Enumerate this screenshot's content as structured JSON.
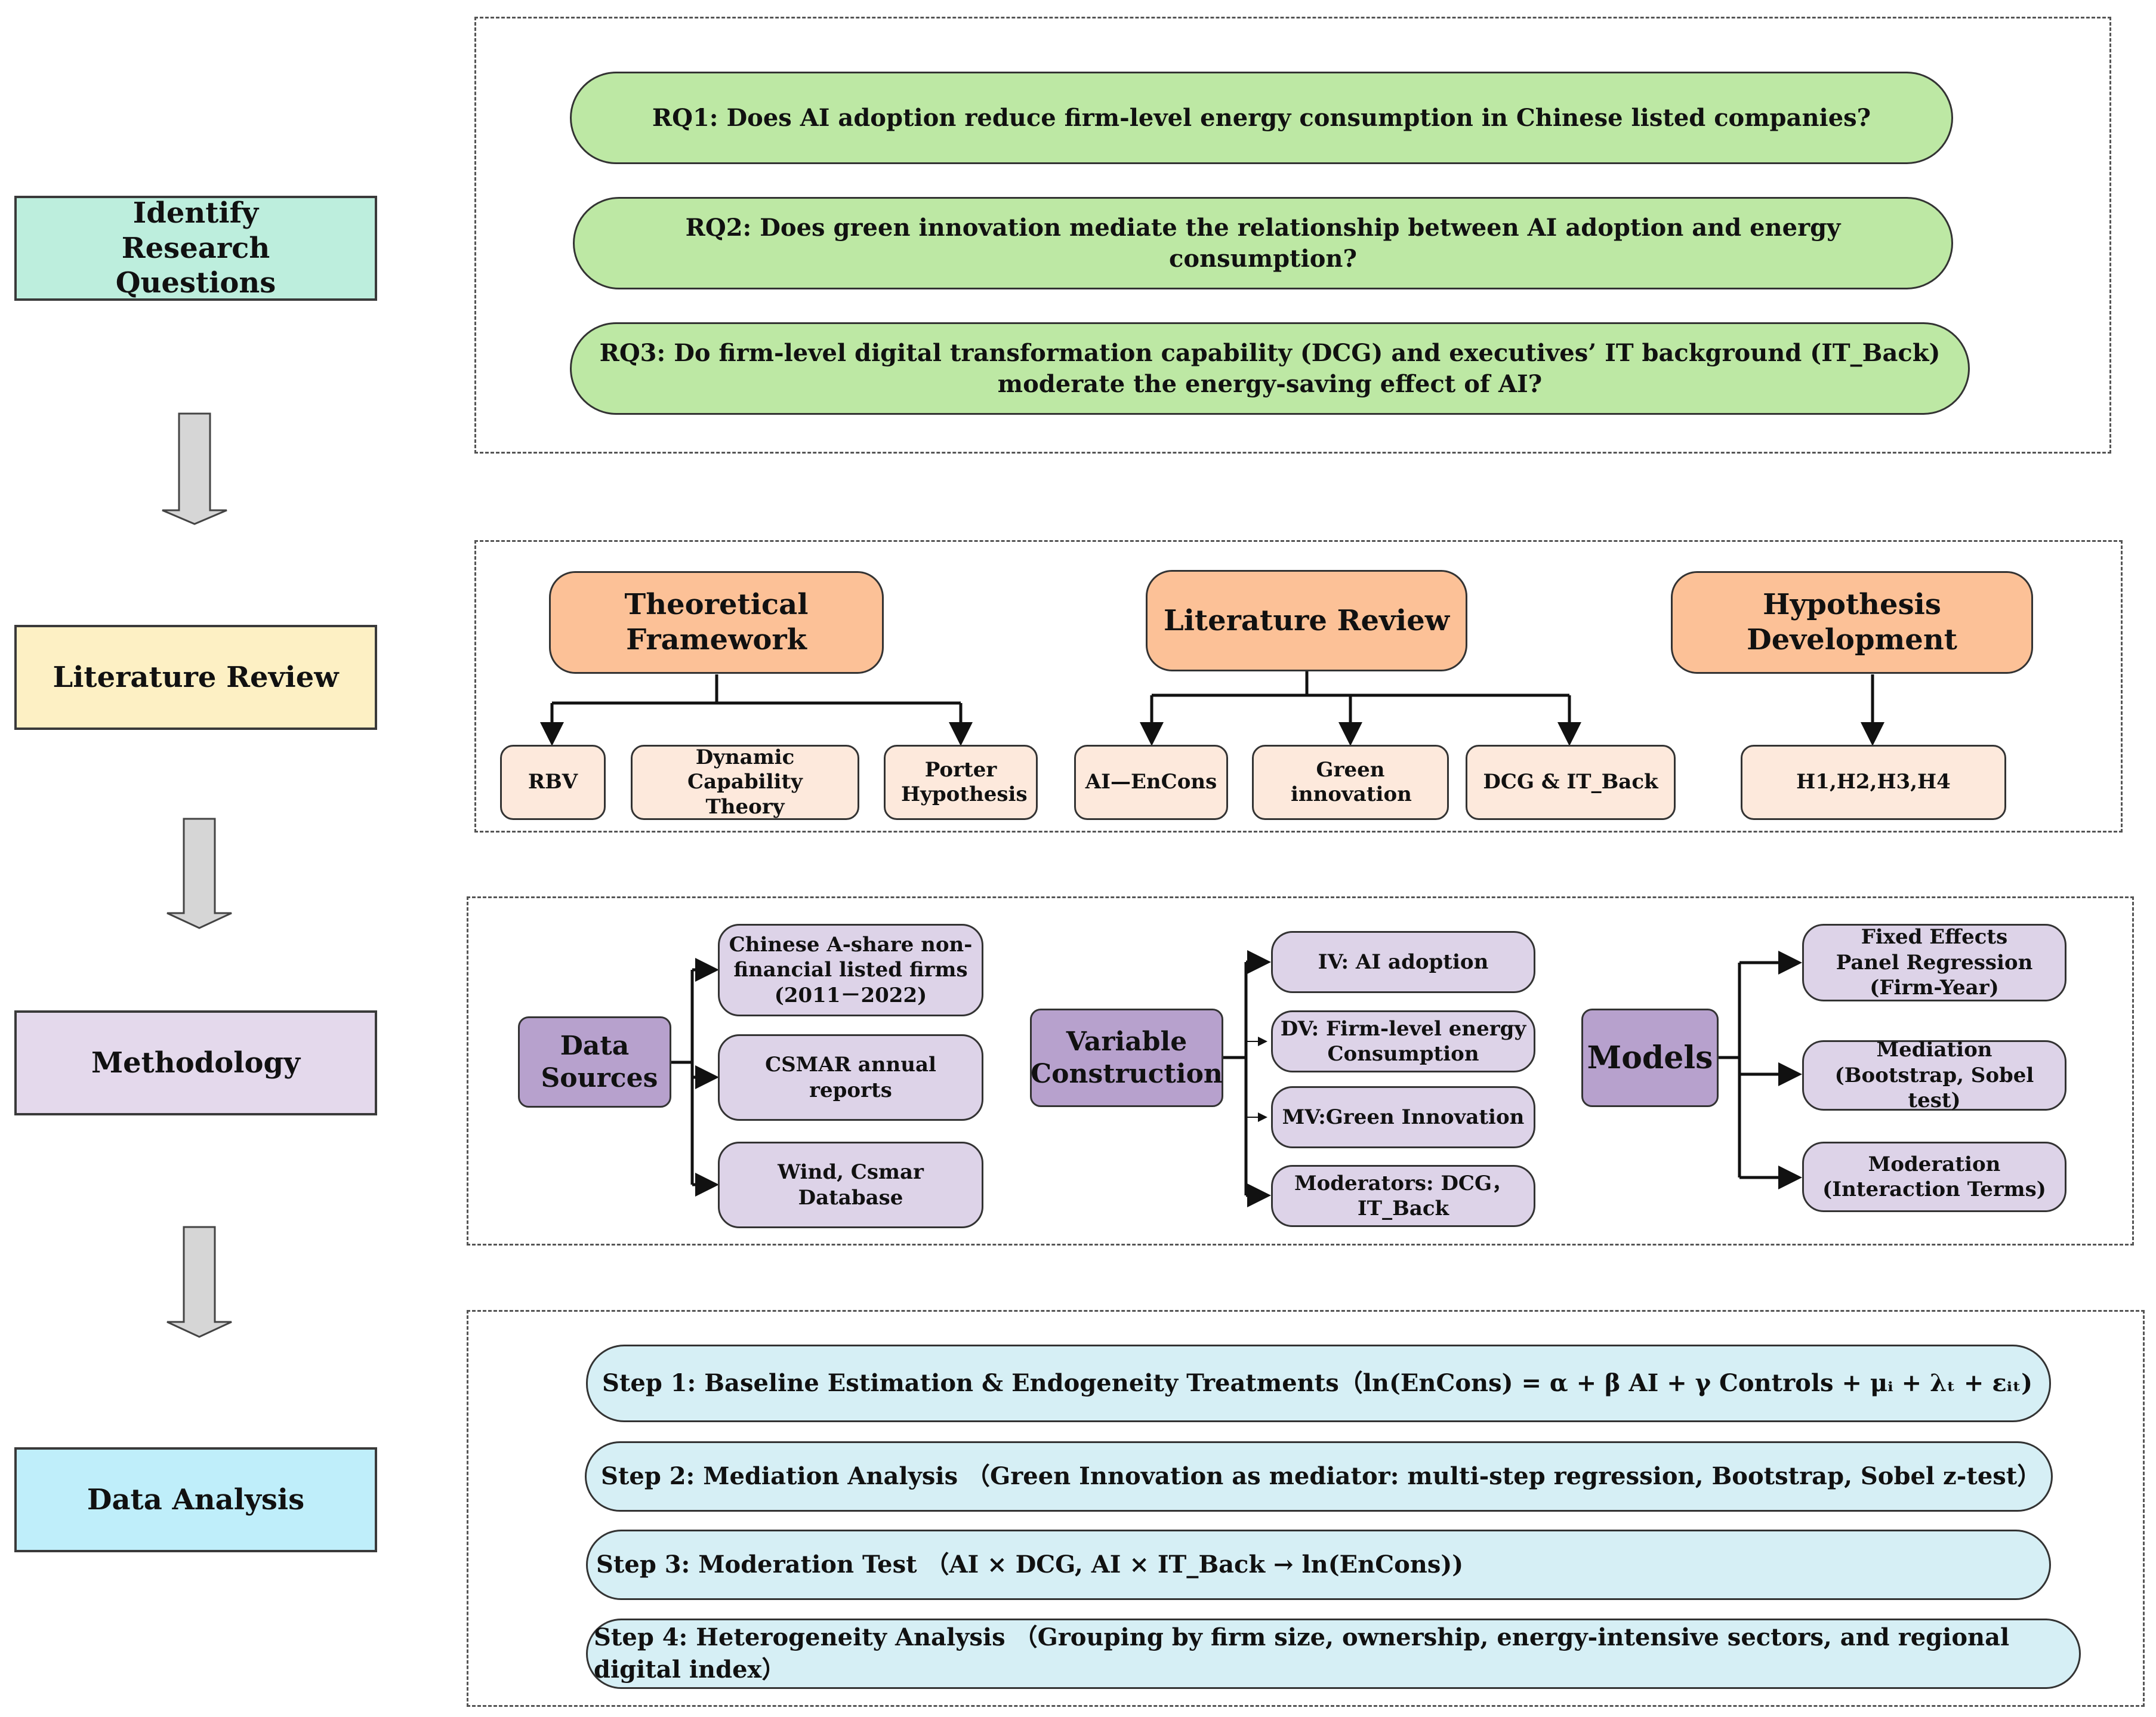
{
  "stages": {
    "identify": "Identify Research Questions",
    "literature": "Literature Review",
    "methodology": "Methodology",
    "analysis": "Data Analysis"
  },
  "research_questions": {
    "rq1": "RQ1:  Does AI adoption reduce firm-level energy consumption in Chinese listed companies?",
    "rq2": "RQ2:  Does green innovation mediate the relationship between AI adoption and energy consumption?",
    "rq3_line1": "RQ3: Do firm-level digital transformation capability (DCG) and executives’ IT background (IT_Back)",
    "rq3_line2": "moderate the energy-saving effect of AI?"
  },
  "literature": {
    "theory": {
      "title": "Theoretical Framework",
      "items": [
        "RBV",
        "Dynamic Capability Theory",
        "Porter Hypothesis"
      ]
    },
    "review": {
      "title": "Literature Review",
      "items": [
        "AI—EnCons",
        "Green innovation",
        "DCG & IT_Back"
      ]
    },
    "hypothesis": {
      "title": "Hypothesis Development",
      "items": [
        "H1,H2,H3,H4"
      ]
    }
  },
  "methodology": {
    "data_sources": {
      "title": "Data Sources",
      "items": [
        "Chinese A-share non-financial listed firms (2011－2022)",
        "CSMAR annual reports",
        "Wind, Csmar Database"
      ]
    },
    "variables": {
      "title": "Variable Construction",
      "items": [
        "IV: AI adoption",
        "DV: Firm-level energy Consumption",
        "MV:Green Innovation",
        "Moderators: DCG，IT_Back"
      ]
    },
    "models": {
      "title": "Models",
      "items": [
        "Fixed Effects Panel Regression (Firm-Year)",
        "Mediation (Bootstrap, Sobel test)",
        "Moderation (Interaction Terms)"
      ]
    }
  },
  "analysis_steps": [
    "Step 1: Baseline Estimation &  Endogeneity Treatments（ln(EnCons) = α + β AI + γ Controls + μᵢ + λₜ + εᵢₜ)",
    "Step 2: Mediation Analysis （Green Innovation as mediator: multi-step regression, Bootstrap, Sobel z-test）",
    "Step 3: Moderation Test （AI × DCG, AI × IT_Back → ln(EnCons))",
    "Step 4: Heterogeneity Analysis （Grouping by firm size, ownership, energy-intensive sectors, and regional digital index）"
  ],
  "colors": {
    "stage_identify": "#bdeedd",
    "stage_literature": "#fdf0c4",
    "stage_methodology": "#e4d9ec",
    "stage_analysis": "#bfeefa",
    "rq_fill": "#bde8a4",
    "lit_header": "#fcc197",
    "lit_item": "#fde9dc",
    "method_header": "#b7a1cd",
    "method_item": "#ddd3e8",
    "step_fill": "#d6eff5",
    "arrow_fill": "#d6d6d6"
  }
}
